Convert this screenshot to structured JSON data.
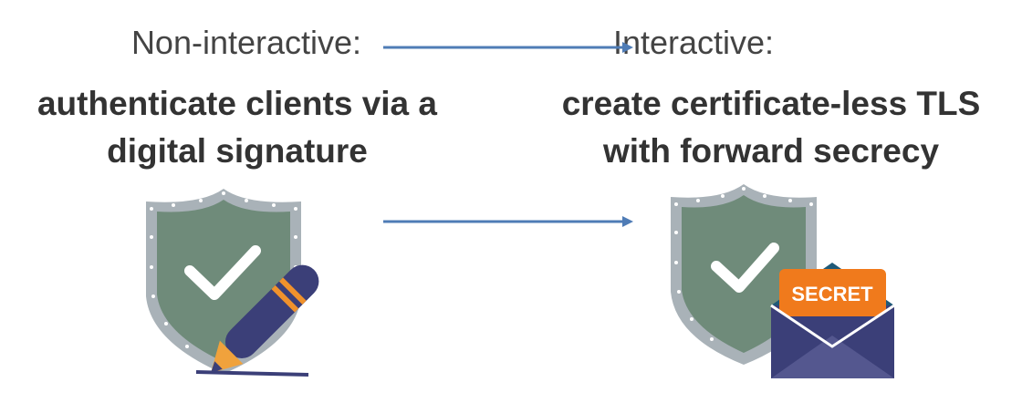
{
  "left": {
    "mode_label": "Non-interactive:",
    "title_line1": "authenticate clients via a",
    "title_line2": "digital signature",
    "icon": "shield-signature-icon"
  },
  "right": {
    "mode_label": "Interactive:",
    "title_line1": "create certificate-less TLS",
    "title_line2": "with forward secrecy",
    "icon": "shield-secret-envelope-icon",
    "envelope_tag": "SECRET"
  },
  "colors": {
    "arrow": "#4f7cb6",
    "shield_rim": "#a9b2b8",
    "shield_face": "#6f8b7a",
    "check": "#ffffff",
    "pen_body": "#3b3f78",
    "pen_band": "#f0922c",
    "envelope": "#3b3f78",
    "envelope_tag": "#f07a1c"
  }
}
